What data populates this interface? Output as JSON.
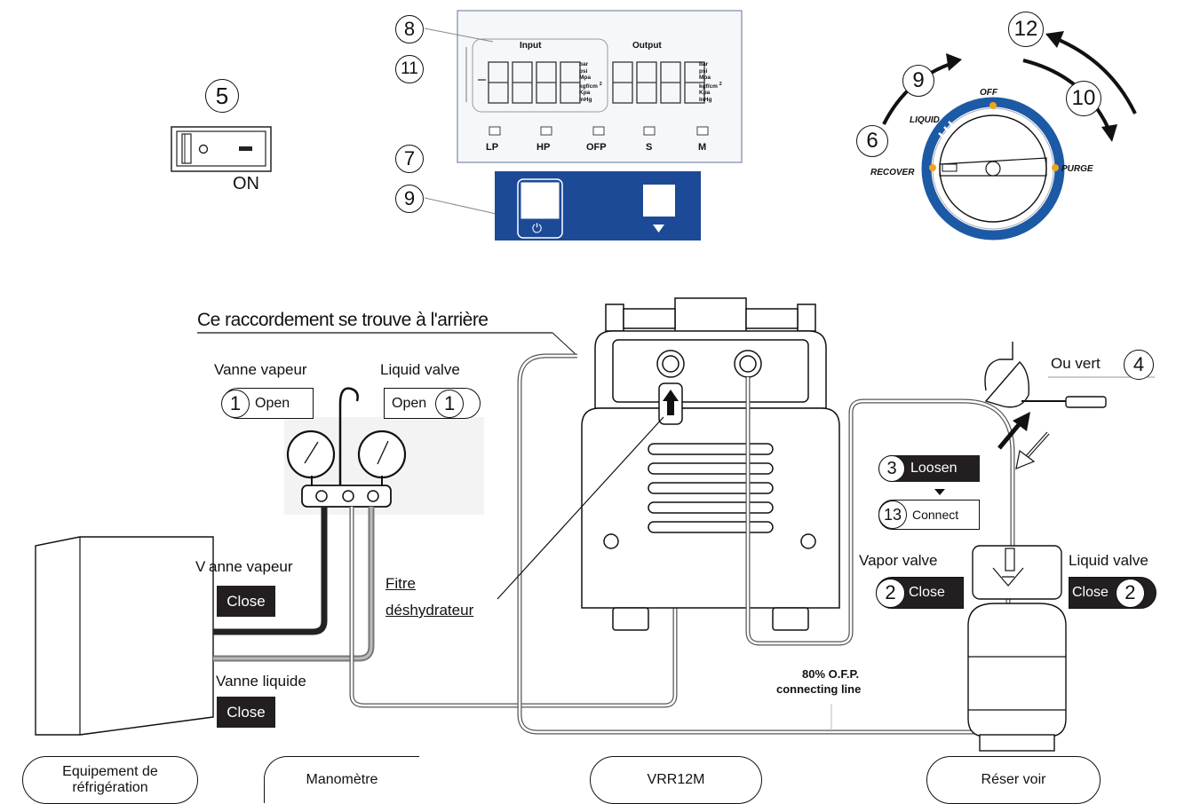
{
  "numbers": {
    "n1": "1",
    "n2": "2",
    "n3": "3",
    "n4": "4",
    "n5": "5",
    "n6": "6",
    "n7": "7",
    "n8": "8",
    "n9": "9",
    "n10": "10",
    "n11": "11",
    "n12": "12",
    "n13": "13"
  },
  "switch": {
    "on_label": "ON"
  },
  "display": {
    "input_label": "Input",
    "output_label": "Output",
    "units": [
      "bar",
      "psi",
      "Mpa",
      "kgf/cm",
      "Kpa",
      "InHg"
    ],
    "units_input_last": "InH",
    "superscript": "2",
    "indicators": [
      "LP",
      "HP",
      "OFP",
      "S",
      "M"
    ]
  },
  "knob": {
    "off": "OFF",
    "liquid": "LIQUID",
    "recover": "RECOVER",
    "purge": "PURGE"
  },
  "labels": {
    "rear_connection": "Ce raccordement se trouve à l'arrière",
    "vapor_valve_fr": "Vanne  vapeur",
    "liquid_valve_en": "Liquid valve",
    "open": "Open",
    "vanne_vapeur_left": "anne  vapeur",
    "vanne_vapeur_v": "V",
    "close": "Close",
    "filtre_1": "Fitre",
    "filtre_2": "déshydrateur",
    "vanne_liquide": "Vanne liquide",
    "ou_vert": "Ou vert",
    "loosen": "Loosen",
    "connect": "Connect",
    "vapor_valve_en": "Vapor valve",
    "liquid_valve_en2": "Liquid valve",
    "ofp_line_1": "80% O.F.P.",
    "ofp_line_2": "connecting line"
  },
  "bottom": {
    "equipment_1": "Equipement de",
    "equipment_2": "réfrigération",
    "manometer": "Manomètre",
    "device": "VRR12M",
    "reservoir": "Réser voir"
  }
}
